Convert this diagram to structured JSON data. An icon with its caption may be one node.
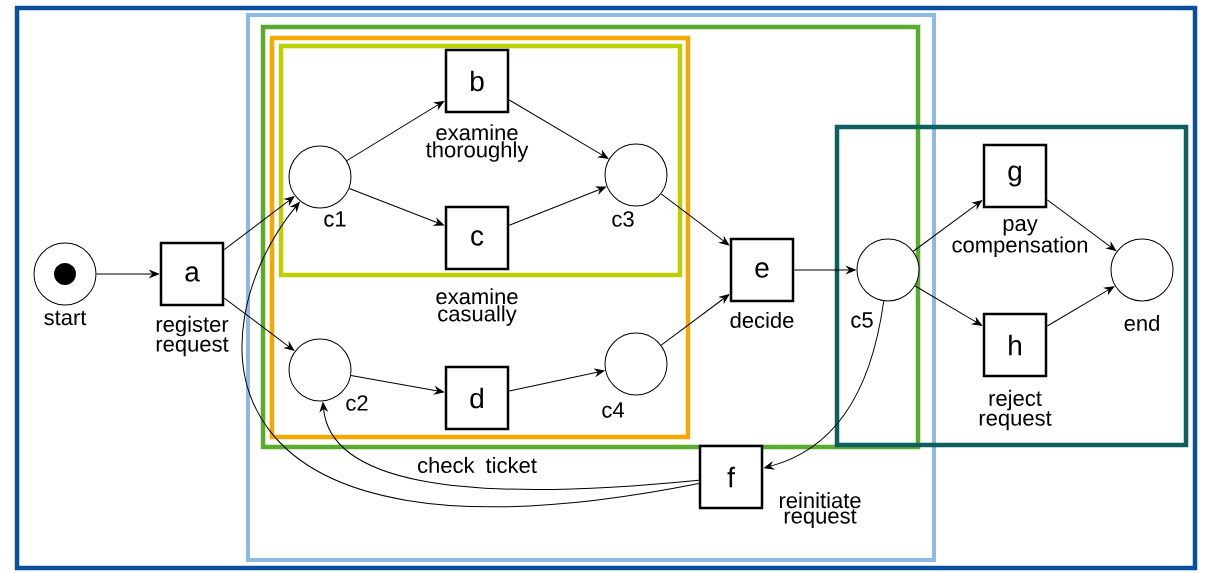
{
  "diagram": {
    "nodes": [
      {
        "text": [],
        "shape": "circle",
        "beside": [
          "start"
        ]
      },
      {
        "text": [
          "a"
        ],
        "beside": [
          "register request"
        ]
      },
      {
        "text": [],
        "shape": "circle",
        "beside": [
          "c1"
        ]
      },
      {
        "text": [
          "b"
        ],
        "beside": [
          "examine thoroughly"
        ]
      },
      {
        "text": [
          "c"
        ],
        "beside": [
          "examine casually"
        ]
      },
      {
        "text": [],
        "shape": "circle",
        "beside": [
          "c2"
        ]
      },
      {
        "text": [
          "d"
        ],
        "beside": [
          "check ticket"
        ]
      },
      {
        "text": [],
        "shape": "circle",
        "beside": [
          "c3"
        ]
      },
      {
        "text": [],
        "shape": "circle",
        "beside": [
          "c4"
        ]
      },
      {
        "text": [
          "e"
        ],
        "beside": [
          "decide"
        ]
      },
      {
        "text": [],
        "shape": "circle",
        "beside": [
          "c5"
        ]
      },
      {
        "text": [
          "g"
        ],
        "beside": [
          "pay compensation"
        ]
      },
      {
        "text": [
          "h"
        ],
        "beside": [
          "reject request"
        ]
      },
      {
        "text": [],
        "shape": "circle",
        "beside": [
          "end"
        ]
      },
      {
        "text": [
          "f"
        ],
        "beside": [
          "reinitiate request"
        ]
      }
    ],
    "edges": [
      {
        "from": 0,
        "to": 1,
        "arrow": "to"
      },
      {
        "from": 1,
        "to": 2,
        "arrow": "to"
      },
      {
        "from": 1,
        "to": 5,
        "arrow": "to"
      },
      {
        "from": 2,
        "to": 3,
        "arrow": "to"
      },
      {
        "from": 2,
        "to": 4,
        "arrow": "to"
      },
      {
        "from": 5,
        "to": 6,
        "arrow": "to"
      },
      {
        "from": 3,
        "to": 7,
        "arrow": "to"
      },
      {
        "from": 4,
        "to": 7,
        "arrow": "to"
      },
      {
        "from": 6,
        "to": 8,
        "arrow": "to"
      },
      {
        "from": 7,
        "to": 9,
        "arrow": "to"
      },
      {
        "from": 8,
        "to": 9,
        "arrow": "to"
      },
      {
        "from": 9,
        "to": 10,
        "arrow": "to"
      },
      {
        "from": 10,
        "to": 11,
        "arrow": "to"
      },
      {
        "from": 10,
        "to": 12,
        "arrow": "to"
      },
      {
        "from": 11,
        "to": 13,
        "arrow": "to"
      },
      {
        "from": 12,
        "to": 13,
        "arrow": "to"
      },
      {
        "from": 10,
        "to": 14,
        "arrow": "to"
      },
      {
        "from": 14,
        "to": 2,
        "arrow": "to"
      },
      {
        "from": 14,
        "to": 5,
        "arrow": "to"
      }
    ]
  }
}
